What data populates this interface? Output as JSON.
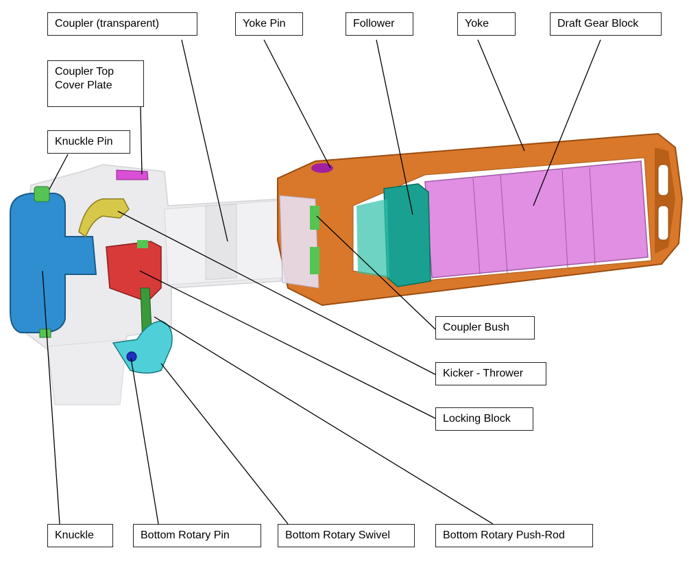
{
  "diagram": {
    "labels": {
      "coupler_transparent": "Coupler (transparent)",
      "yoke_pin": "Yoke Pin",
      "follower": "Follower",
      "yoke": "Yoke",
      "draft_gear_block": "Draft Gear Block",
      "coupler_top_cover_plate_line1": "Coupler Top",
      "coupler_top_cover_plate_line2": "Cover Plate",
      "knuckle_pin": "Knuckle Pin",
      "coupler_bush": "Coupler Bush",
      "kicker_thrower": "Kicker - Thrower",
      "locking_block": "Locking Block",
      "knuckle": "Knuckle",
      "bottom_rotary_pin": "Bottom Rotary Pin",
      "bottom_rotary_swivel": "Bottom Rotary Swivel",
      "bottom_rotary_push_rod": "Bottom Rotary Push-Rod"
    },
    "colors": {
      "yoke": "#d2691e",
      "draft_gear_block": "#dd88dd",
      "follower": "#1a9e8c",
      "knuckle": "#2e86c8",
      "locking_block": "#d83a3a",
      "knuckle_pin": "#55c455",
      "top_cover_plate": "#d94fd6",
      "kicker": "#d8c84a",
      "swivel": "#4fd0d8",
      "rotary_pin": "#2030c0",
      "coupler_body": "#c8c8cc"
    }
  }
}
